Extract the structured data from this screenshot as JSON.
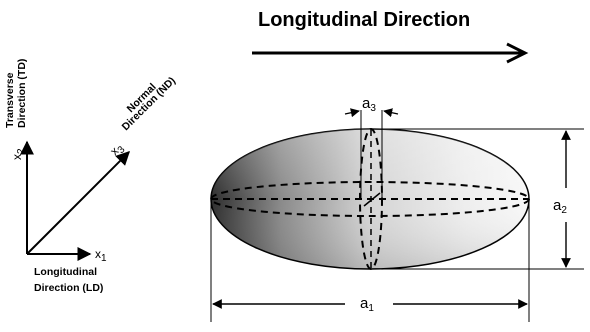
{
  "title": "Longitudinal Direction",
  "axes": {
    "x1": {
      "symbol": "x",
      "sub": "1"
    },
    "x2": {
      "symbol": "x",
      "sub": "2"
    },
    "x3": {
      "symbol": "x",
      "sub": "3"
    },
    "ld_line1": "Longitudinal",
    "ld_line2": "Direction (LD)",
    "td_line1": "Transverse",
    "td_line2": "Direction (TD)",
    "nd_line1": "Normal",
    "nd_line2": "Direction (ND)"
  },
  "dimensions": {
    "a1": {
      "symbol": "a",
      "sub": "1"
    },
    "a2": {
      "symbol": "a",
      "sub": "2"
    },
    "a3": {
      "symbol": "a",
      "sub": "3"
    }
  }
}
